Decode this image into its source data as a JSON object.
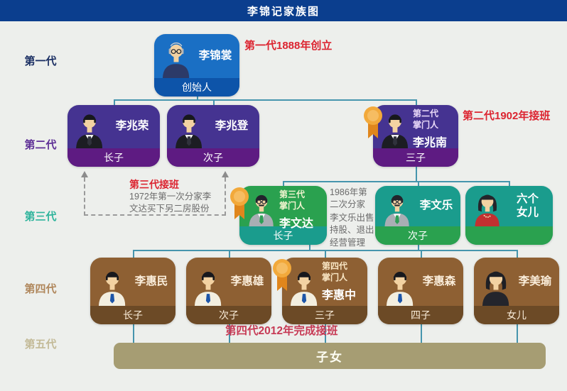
{
  "title": "李锦记家族图",
  "generations": [
    {
      "label": "第一代",
      "color": "#1b2f63"
    },
    {
      "label": "第二代",
      "color": "#5e2f96"
    },
    {
      "label": "第三代",
      "color": "#2fb49c"
    },
    {
      "label": "第四代",
      "color": "#b0875c"
    },
    {
      "label": "第五代",
      "color": "#c3ba97"
    }
  ],
  "cards": [
    {
      "id": "lijinshang",
      "generation": 1,
      "name": "李锦裳",
      "role": "创始人",
      "avatar": "elder-man-glasses"
    },
    {
      "id": "lizhaorong",
      "generation": 2,
      "name": "李兆荣",
      "role": "长子",
      "avatar": "man-black-suit"
    },
    {
      "id": "lizhaodeng",
      "generation": 2,
      "name": "李兆登",
      "role": "次子",
      "avatar": "man-black-suit"
    },
    {
      "id": "lizhaonan",
      "generation": 2,
      "name": "李兆南",
      "role": "三子",
      "avatar": "man-black-suit",
      "badge": {
        "icon": "award-ribbon-icon",
        "title_lines": [
          "第二代",
          "掌门人"
        ]
      }
    },
    {
      "id": "liwenda",
      "generation": 3,
      "variant": "green",
      "name": "李文达",
      "role": "长子",
      "avatar": "man-gray-suit-glasses",
      "badge": {
        "icon": "award-ribbon-icon",
        "title_lines": [
          "第三代",
          "掌门人"
        ]
      }
    },
    {
      "id": "liwenle",
      "generation": 3,
      "variant": "teal",
      "name": "李文乐",
      "role": "次子",
      "avatar": "man-gray-suit-glasses"
    },
    {
      "id": "daughters",
      "generation": 3,
      "variant": "teal",
      "name": "六个\n女儿",
      "role": "",
      "avatar": "woman-red-dress"
    },
    {
      "id": "lihuimin",
      "generation": 4,
      "name": "李惠民",
      "role": "长子",
      "avatar": "man-white-shirt-blue-tie"
    },
    {
      "id": "lihuixiong",
      "generation": 4,
      "name": "李惠雄",
      "role": "次子",
      "avatar": "man-white-shirt-blue-tie"
    },
    {
      "id": "lihuizhong",
      "generation": 4,
      "name": "李惠中",
      "role": "三子",
      "avatar": "man-white-shirt-blue-tie",
      "badge": {
        "icon": "award-ribbon-icon",
        "title_lines": [
          "第四代",
          "掌门人"
        ]
      }
    },
    {
      "id": "lihuisen",
      "generation": 4,
      "name": "李惠森",
      "role": "四子",
      "avatar": "man-white-shirt-blue-tie"
    },
    {
      "id": "limeiyu",
      "generation": 4,
      "name": "李美瑜",
      "role": "女儿",
      "avatar": "woman-black-top"
    }
  ],
  "fifth_generation_bar": {
    "label": "子女"
  },
  "annotations": {
    "gen1_founding": "第一代1888年创立",
    "gen2_succession": "第二代1902年接班",
    "gen3_succession_title": "第三代接班",
    "gen3_succession_note": "1972年第一次分家李文达买下另二房股份",
    "split_1986": "1986年第二次分家",
    "liwenle_exit": "李文乐出售持股、退出经营管理",
    "gen4_succession": "第四代2012年完成接班"
  },
  "colors": {
    "canvas_bg": "#edefec",
    "title_bar": "#0b3e8e",
    "gen1_body": "#1a6fc4",
    "gen1_strip": "#0d54a9",
    "gen2_body": "#453391",
    "gen2_strip": "#5e1b82",
    "gen3_green": "#2aa14f",
    "gen3_teal": "#1a9c8d",
    "gen4_body": "#8e6033",
    "gen4_strip": "#6c4a26",
    "gen5_bar": "#a69d73",
    "connector": "#4695ad",
    "red_note": "#dc2430",
    "red_note_bottom": "#c73a55",
    "gray_note": "#6b6b6b",
    "dashed": "#9a9a9a",
    "badge_gold": "#f2a93b",
    "badge_gold_dark": "#e0861c"
  }
}
